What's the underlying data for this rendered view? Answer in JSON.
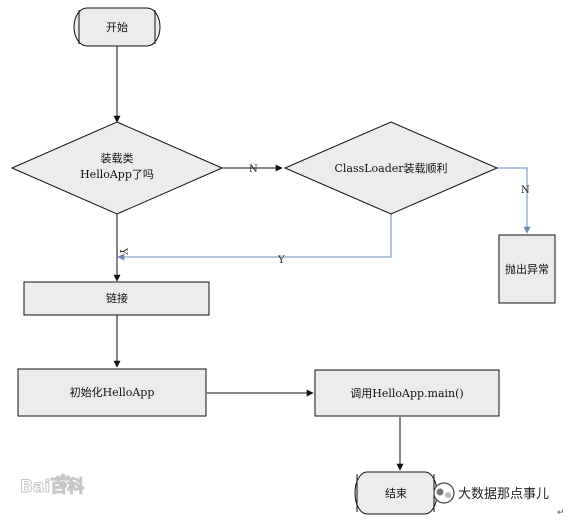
{
  "diagram": {
    "nodes": {
      "start": "开始",
      "decision_loaded_line1": "装载类",
      "decision_loaded_line2": "HelloApp了吗",
      "decision_classloader": "ClassLoader装载顺利",
      "throw_exception": "抛出异常",
      "link": "链接",
      "init": "初始化HelloApp",
      "call_main": "调用HelloApp.main()",
      "end": "结束"
    },
    "edges": {
      "no_to_classloader": "N",
      "yes_down": "Y",
      "classloader_yes": "Y",
      "classloader_no": "N"
    }
  },
  "watermarks": {
    "baidu": "Bai百科",
    "wechat": "大数据那点事儿",
    "return_mark": "↵"
  },
  "colors": {
    "node_fill": "#ececec",
    "stroke": "#111111",
    "blue_connector": "#6a8db3"
  }
}
